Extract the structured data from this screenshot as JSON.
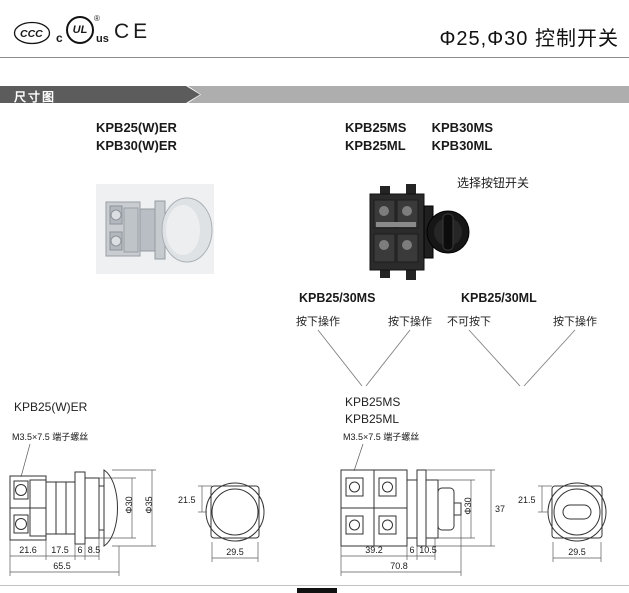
{
  "header": {
    "title": "Φ25,Φ30 控制开关",
    "certs": {
      "ccc": "CCC",
      "ul_prefix": "c",
      "ul": "UL",
      "ul_reg": "®",
      "ul_suffix": "us",
      "ce": "CE"
    }
  },
  "section": {
    "label": "尺寸图"
  },
  "products": {
    "left": {
      "line1": "KPB25(W)ER",
      "line2": "KPB30(W)ER"
    },
    "right": {
      "row1": [
        "KPB25MS",
        "KPB30MS"
      ],
      "row2": [
        "KPB25ML",
        "KPB30ML"
      ],
      "caption": "选择按钮开关"
    }
  },
  "variants": {
    "ms": {
      "label": "KPB25/30MS",
      "note_left": "按下操作",
      "note_right": "按下操作"
    },
    "ml": {
      "label": "KPB25/30ML",
      "note_left": "不可按下",
      "note_right": "按下操作"
    }
  },
  "drawing_left": {
    "label": "KPB25(W)ER",
    "screw_note": "M3.5×7.5 端子螺丝",
    "dia_inner": "Φ30",
    "dia_outer": "Φ35",
    "seg1": "21.6",
    "seg2": "17.5",
    "seg3": "6",
    "seg4": "8.5",
    "total": "65.5",
    "front_offset": "21.5",
    "front_width": "29.5"
  },
  "drawing_right": {
    "label1": "KPB25MS",
    "label2": "KPB25ML",
    "screw_note": "M3.5×7.5 端子螺丝",
    "dia_inner": "Φ30",
    "height": "37",
    "seg1": "39.2",
    "seg2": "6",
    "seg3": "10.5",
    "total": "70.8",
    "front_offset": "21.5",
    "front_width": "29.5"
  }
}
